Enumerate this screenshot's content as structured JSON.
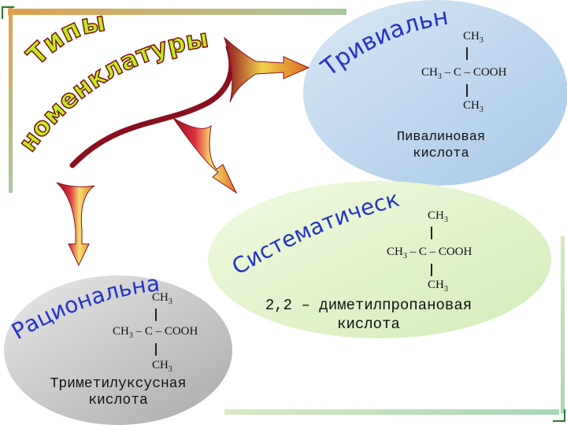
{
  "title": {
    "line1": "Типы",
    "line2": "номенклатуры"
  },
  "trivial": {
    "heading": "Тривиальная",
    "formula": {
      "top": "CH3",
      "middle": "CH3 – C – COOH",
      "bottom": "CH3"
    },
    "name_line1": "Пивалиновая",
    "name_line2": "кислота"
  },
  "systematic": {
    "heading": "Систематическая",
    "formula": {
      "top": "CH3",
      "middle": "CH3 – C – COOH",
      "bottom": "CH3"
    },
    "name_line1": "2,2 – диметилпропановая",
    "name_line2": "кислота"
  },
  "rational": {
    "heading": "Рациональная",
    "formula": {
      "top": "CH3",
      "middle": "CH3 – C – COOH",
      "bottom": "CH3"
    },
    "name_line1": "Триметилуксусная",
    "name_line2": "кислота"
  },
  "colors": {
    "title_fill": "#c0ec20",
    "title_stroke": "#7a1010",
    "heading": "#2533c8",
    "ellipse_trivial": "#bcd6ee",
    "ellipse_systematic": "#e4f5c8",
    "ellipse_rational": "#c8c8c8",
    "arrow_dark": "#8a1020",
    "arrow_light": "#f0d040"
  }
}
